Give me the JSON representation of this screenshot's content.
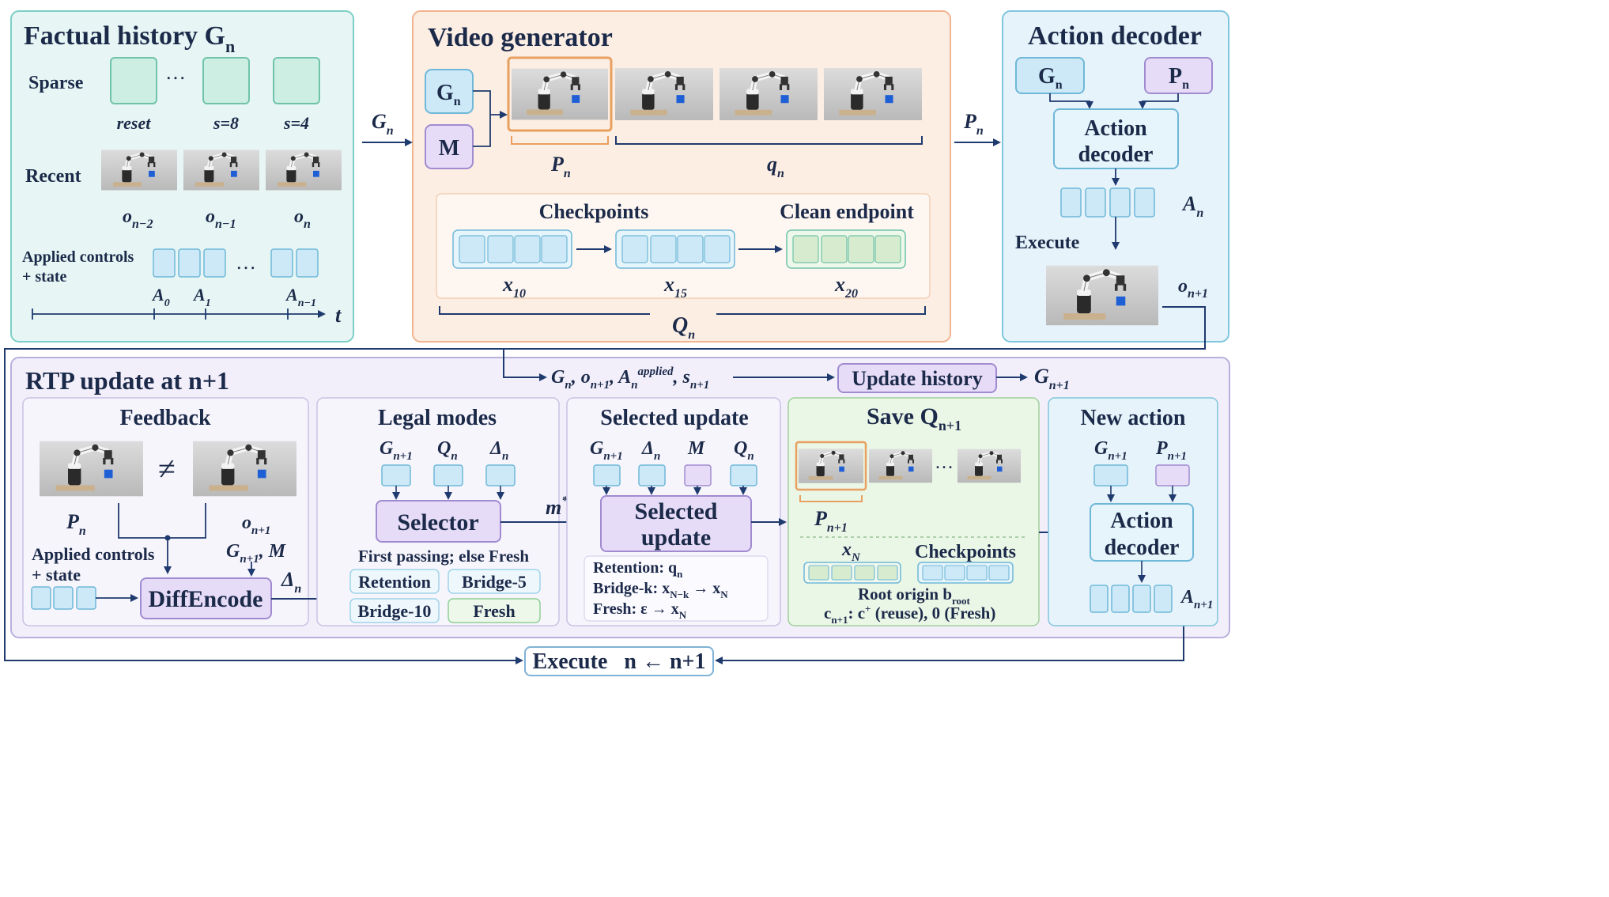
{
  "factual": {
    "title": "Factual history G",
    "title_sub": "n",
    "sparse_label": "Sparse",
    "ellipsis": "…",
    "sparse_captions": [
      "reset",
      "s=8",
      "s=4"
    ],
    "recent_label": "Recent",
    "recent_captions": [
      {
        "base": "o",
        "sub": "n−2"
      },
      {
        "base": "o",
        "sub": "n−1"
      },
      {
        "base": "o",
        "sub": "n"
      }
    ],
    "applied_label_1": "Applied controls",
    "applied_label_2": "+ state",
    "timeline_labels": [
      {
        "base": "A",
        "sub": "0"
      },
      {
        "base": "A",
        "sub": "1"
      },
      {
        "base": "A",
        "sub": "n−1"
      }
    ],
    "time_axis": "t"
  },
  "arrows_top": {
    "g_base": "G",
    "g_sub": "n",
    "p_base": "P",
    "p_sub": "n"
  },
  "video": {
    "title": "Video generator",
    "g_base": "G",
    "g_sub": "n",
    "m_label": "M",
    "p_base": "P",
    "p_sub": "n",
    "q_base": "q",
    "q_sub": "n",
    "checkpoints_label": "Checkpoints",
    "clean_label": "Clean endpoint",
    "x_labels": [
      {
        "base": "x",
        "sub": "10"
      },
      {
        "base": "x",
        "sub": "15"
      },
      {
        "base": "x",
        "sub": "20"
      }
    ],
    "Q_base": "Q",
    "Q_sub": "n"
  },
  "action_decoder": {
    "title": "Action decoder",
    "g_base": "G",
    "g_sub": "n",
    "p_base": "P",
    "p_sub": "n",
    "box_line1": "Action",
    "box_line2": "decoder",
    "a_base": "A",
    "a_sub": "n",
    "execute_label": "Execute",
    "o_base": "o",
    "o_sub": "n+1"
  },
  "rtp": {
    "title": "RTP update at n+1",
    "flow_g": "G",
    "flow_g_sub": "n",
    "flow_o": "o",
    "flow_o_sub": "n+1",
    "flow_a": "A",
    "flow_a_sub": "n",
    "flow_a_sup": "applied",
    "flow_s": "s",
    "flow_s_sub": "n+1",
    "update_history": "Update history",
    "g_next": "G",
    "g_next_sub": "n+1",
    "feedback": {
      "title": "Feedback",
      "neq": "≠",
      "p_base": "P",
      "p_sub": "n",
      "o_base": "o",
      "o_sub": "n+1",
      "applied_1": "Applied controls",
      "applied_2": "+ state",
      "gm_base": "G",
      "gm_sub": "n+1",
      "gm_tail": ", M",
      "diffencode": "DiffEncode",
      "delta_base": "Δ",
      "delta_sub": "n"
    },
    "legal": {
      "title": "Legal modes",
      "inputs": [
        {
          "base": "G",
          "sub": "n+1"
        },
        {
          "base": "Q",
          "sub": "n"
        },
        {
          "base": "Δ",
          "sub": "n"
        }
      ],
      "selector": "Selector",
      "rule": "First passing; else Fresh",
      "modes": [
        "Retention",
        "Bridge-5",
        "Bridge-10",
        "Fresh"
      ]
    },
    "mstar_base": "m",
    "mstar_sup": "*",
    "selected": {
      "title": "Selected update",
      "inputs": [
        {
          "base": "G",
          "sub": "n+1"
        },
        {
          "base": "Δ",
          "sub": "n"
        },
        {
          "base": "M",
          "sub": ""
        },
        {
          "base": "Q",
          "sub": "n"
        }
      ],
      "box_line1": "Selected",
      "box_line2": "update",
      "retention_l": "Retention: q",
      "retention_s": "n",
      "bridge_l": "Bridge-k: x",
      "bridge_s1": "N−k",
      "bridge_m": " → x",
      "bridge_s2": "N",
      "fresh_l": "Fresh: ε → x",
      "fresh_s": "N"
    },
    "save": {
      "title": "Save Q",
      "title_sub": "n+1",
      "ellipsis": "…",
      "p_base": "P",
      "p_sub": "n+1",
      "xn_base": "x",
      "xn_sub": "N",
      "checkpoints": "Checkpoints",
      "root_l": "Root origin b",
      "root_s": "root",
      "c_l": "c",
      "c_s": "n+1",
      "c_m": ": c",
      "c_sup": "+",
      "c_tail": " (reuse), 0 (Fresh)"
    },
    "new_action": {
      "title": "New action",
      "g_base": "G",
      "g_sub": "n+1",
      "p_base": "P",
      "p_sub": "n+1",
      "box_line1": "Action",
      "box_line2": "decoder",
      "a_base": "A",
      "a_sub": "n+1"
    },
    "execute_loop": "Execute   n ← n+1"
  },
  "colors": {
    "panel_factual_bg": "#e7f6f4",
    "panel_factual_border": "#7ccfc6",
    "panel_video_bg": "#fdeee4",
    "panel_video_border": "#f0b48f",
    "panel_action_bg": "#e6f3fb",
    "panel_action_border": "#7fc6dd",
    "panel_rtp_bg": "#f2effb",
    "panel_rtp_border": "#b9b0dc",
    "token_blue": "#cde9f7",
    "token_green": "#d7eccf",
    "token_purple": "#e7dcf8",
    "arrow": "#1f3a6e"
  }
}
